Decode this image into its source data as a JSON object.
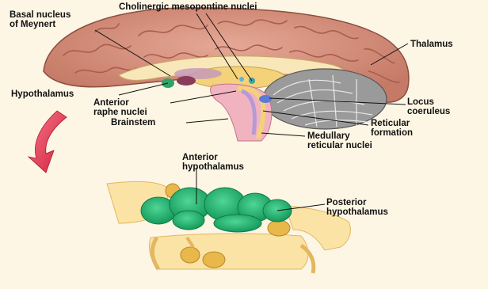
{
  "labels": {
    "basal_nucleus": "Basal nucleus\nof Meynert",
    "cholinergic": "Cholinergic mesopontine nuclei",
    "thalamus": "Thalamus",
    "hypothalamus": "Hypothalamus",
    "anterior_raphe": "Anterior\nraphe nuclei",
    "brainstem": "Brainstem",
    "locus_coeruleus": "Locus\ncoeruleus",
    "reticular_formation": "Reticular\nformation",
    "medullary_reticular": "Medullary\nreticular nuclei",
    "anterior_hypothalamus": "Anterior\nhypothalamus",
    "posterior_hypothalamus": "Posterior\nhypothalamus"
  },
  "colors": {
    "background": "#fdf6e4",
    "cortex": "#d8927f",
    "cortex_fold": "#b56a58",
    "thalamus": "#f5d98c",
    "cerebellum": "#8a8a8a",
    "brainstem": "#f0a8b8",
    "arrow": "#e0304a",
    "anterior_hypothalamus": "#22a868",
    "posterior_hypothalamus": "#3cc082",
    "pituitary": "#e8b84a",
    "leader_line": "#111111"
  }
}
